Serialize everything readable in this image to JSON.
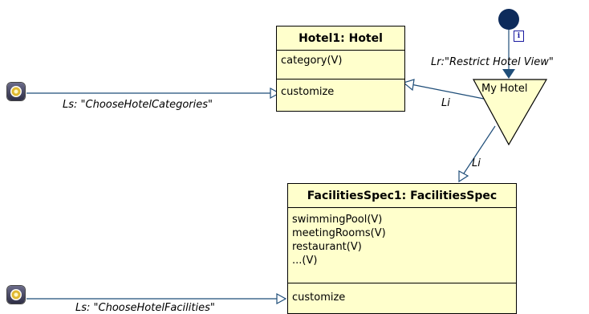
{
  "hotel_box": {
    "title": "Hotel1: Hotel",
    "attributes": [
      "category(V)"
    ],
    "operations": [
      "customize"
    ]
  },
  "facilities_box": {
    "title": "FacilitiesSpec1: FacilitiesSpec",
    "attributes": [
      "swimmingPool(V)",
      "meetingRooms(V)",
      "restaurant(V)",
      "...(V)"
    ],
    "operations": [
      "customize"
    ]
  },
  "triangle_label": "My Hotel",
  "links": {
    "ls_hotel": "Ls: \"ChooseHotelCategories\"",
    "ls_facilities": "Ls: \"ChooseHotelFacilities\"",
    "lr": "Lr:\"Restrict Hotel View\"",
    "li_hotel": "Li",
    "li_facilities": "Li"
  },
  "icons": {
    "gear_top": "gear-icon",
    "gear_bottom": "gear-icon",
    "info": "info-icon",
    "start_node": "filled-circle-node"
  },
  "colors": {
    "box_fill": "#ffffcc",
    "line": "#1f4e79",
    "node": "#0d2b5b"
  }
}
